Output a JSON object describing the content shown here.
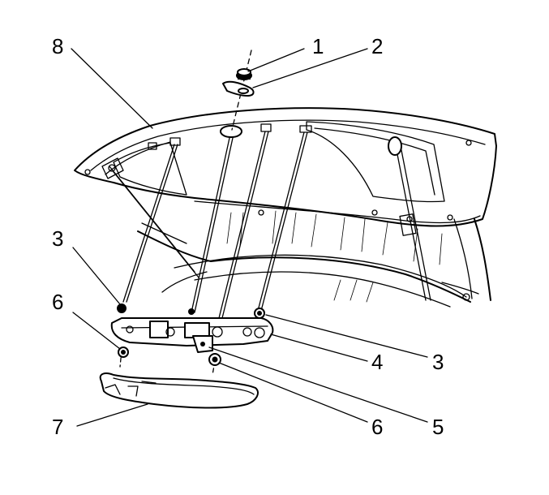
{
  "callouts": {
    "c1": "1",
    "c2": "2",
    "c3_left": "3",
    "c3_right": "3",
    "c4": "4",
    "c5": "5",
    "c6_left": "6",
    "c6_right": "6",
    "c7": "7",
    "c8": "8"
  }
}
